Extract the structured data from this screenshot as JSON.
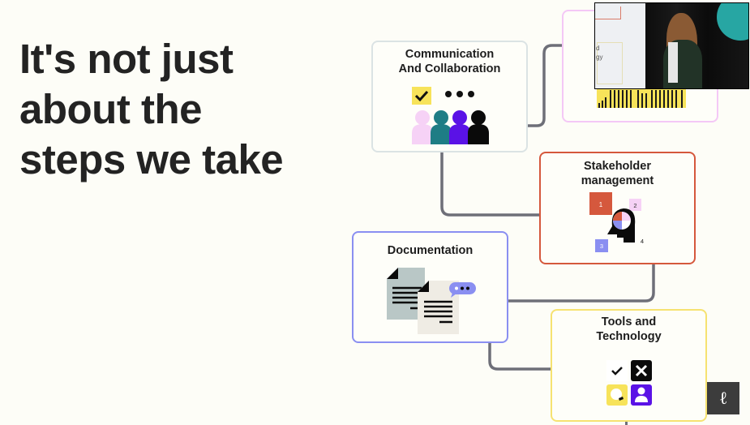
{
  "slide": {
    "headline_lines": [
      "It's not just",
      "about the",
      "steps we take"
    ]
  },
  "cards": {
    "communication": {
      "title_line1": "Communication",
      "title_line2": "And Collaboration",
      "accent": "#dbe3e4"
    },
    "preview_hidden": {
      "accent": "#f4c8f6"
    },
    "stakeholder": {
      "title_line1": "Stakeholder",
      "title_line2": "management",
      "accent": "#d5583d",
      "labels": [
        "1",
        "2",
        "3",
        "4"
      ]
    },
    "documentation": {
      "title": "Documentation",
      "accent": "#8a8ff1"
    },
    "tools": {
      "title_line1": "Tools and",
      "title_line2": "Technology",
      "accent": "#f6e271"
    }
  },
  "video_overlay": {
    "slide_fragment": "d\ngy"
  },
  "logo_badge": {
    "glyph": "ℓ"
  },
  "colors": {
    "background": "#fdfdf7",
    "connector": "#6e6f78",
    "yellow": "#f7e35a",
    "teal": "#1e7d85",
    "violet": "#5a12e6",
    "pink": "#f6d2f6",
    "orange": "#d5583d",
    "periwinkle": "#8a8ff1"
  }
}
